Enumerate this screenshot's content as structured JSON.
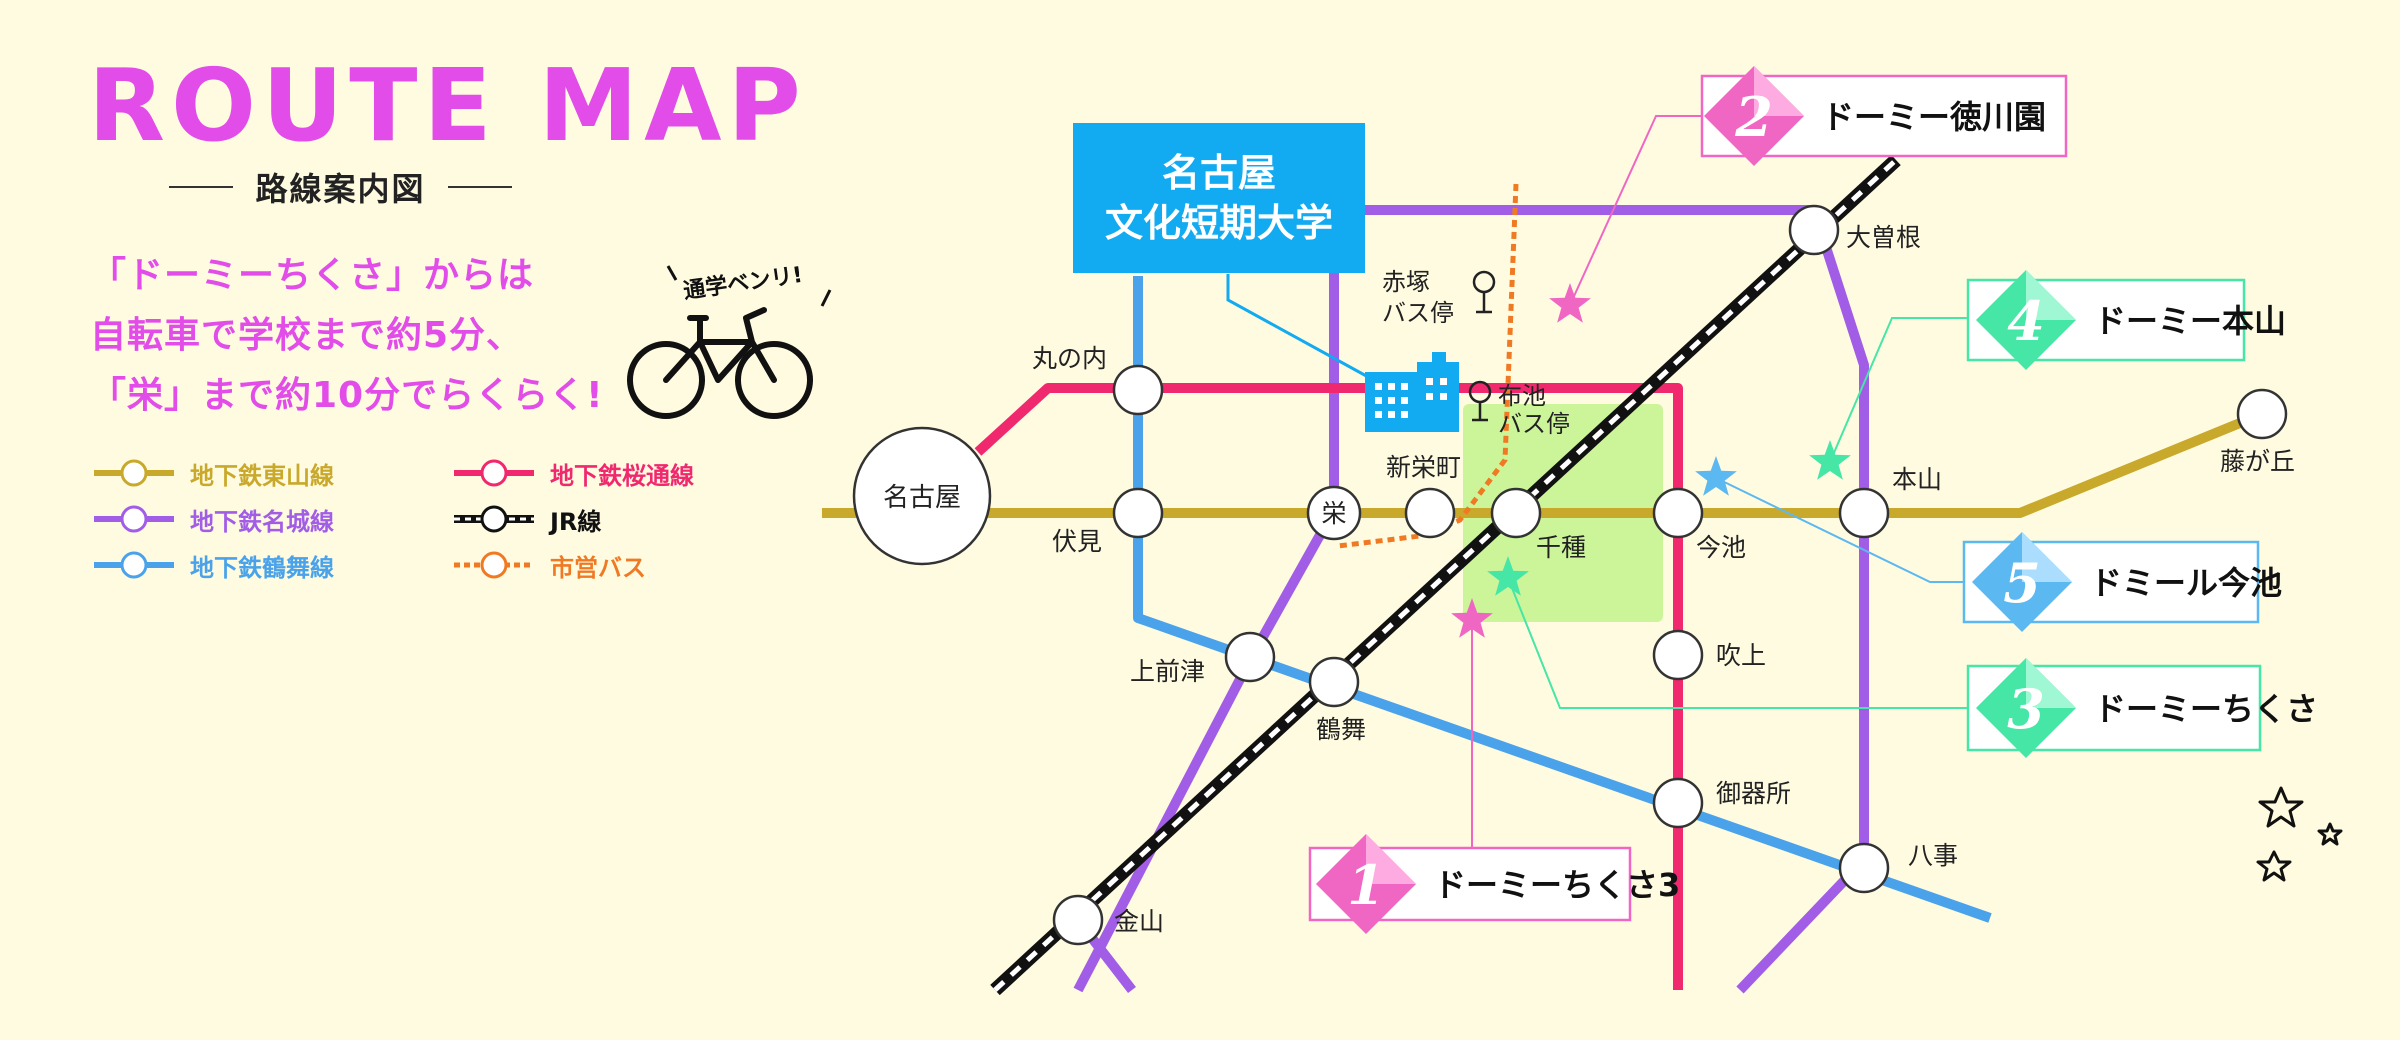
{
  "title": "ROUTE MAP",
  "subtitle": "路線案内図",
  "tagline": [
    "「ドーミーちくさ」からは",
    "自転車で学校まで約5分、",
    "「栄」まで約10分でらくらく!"
  ],
  "bike_caption": "通学ベンリ!",
  "legend": [
    {
      "label": "地下鉄東山線",
      "color": "#c9a92b",
      "style": "solid"
    },
    {
      "label": "地下鉄桜通線",
      "color": "#f0286e",
      "style": "solid"
    },
    {
      "label": "地下鉄名城線",
      "color": "#a25de7",
      "style": "solid"
    },
    {
      "label": "JR線",
      "color": "#111111",
      "style": "rail"
    },
    {
      "label": "地下鉄鶴舞線",
      "color": "#4aa3ea",
      "style": "solid"
    },
    {
      "label": "市営バス",
      "color": "#f07a23",
      "style": "dotted"
    }
  ],
  "school": {
    "line1": "名古屋",
    "line2": "文化短期大学"
  },
  "stations": {
    "nagoya": "名古屋",
    "marunouchi": "丸の内",
    "fushimi": "伏見",
    "sakae": "栄",
    "shinsakaemachi": "新栄町",
    "chikusa": "千種",
    "imaike": "今池",
    "motoyama": "本山",
    "fujigaoka": "藤が丘",
    "ozone": "大曽根",
    "kamimaezu": "上前津",
    "tsurumai": "鶴舞",
    "kanayama": "金山",
    "fukiage": "吹上",
    "gokiso": "御器所",
    "yagoto": "八事"
  },
  "bus_stops": {
    "akatsuka": [
      "赤塚",
      "バス停"
    ],
    "nunoike": [
      "布池",
      "バス停"
    ]
  },
  "dorms": [
    {
      "num": "1",
      "name": "ドーミーちくさ3",
      "color": "#f067c3",
      "light": "#ffb3e6"
    },
    {
      "num": "2",
      "name": "ドーミー徳川園",
      "color": "#f067c3",
      "light": "#ffb3e6"
    },
    {
      "num": "3",
      "name": "ドーミーちくさ",
      "color": "#46e6a6",
      "light": "#a9f8d8"
    },
    {
      "num": "4",
      "name": "ドーミー本山",
      "color": "#46e6a6",
      "light": "#a9f8d8"
    },
    {
      "num": "5",
      "name": "ドミール今池",
      "color": "#5cb8f0",
      "light": "#b3e1ff"
    }
  ],
  "colors": {
    "background": "#fffbe1",
    "title": "#e24ce8",
    "school_box": "#12aaf0",
    "chikusa_area": "#ccf59a"
  }
}
